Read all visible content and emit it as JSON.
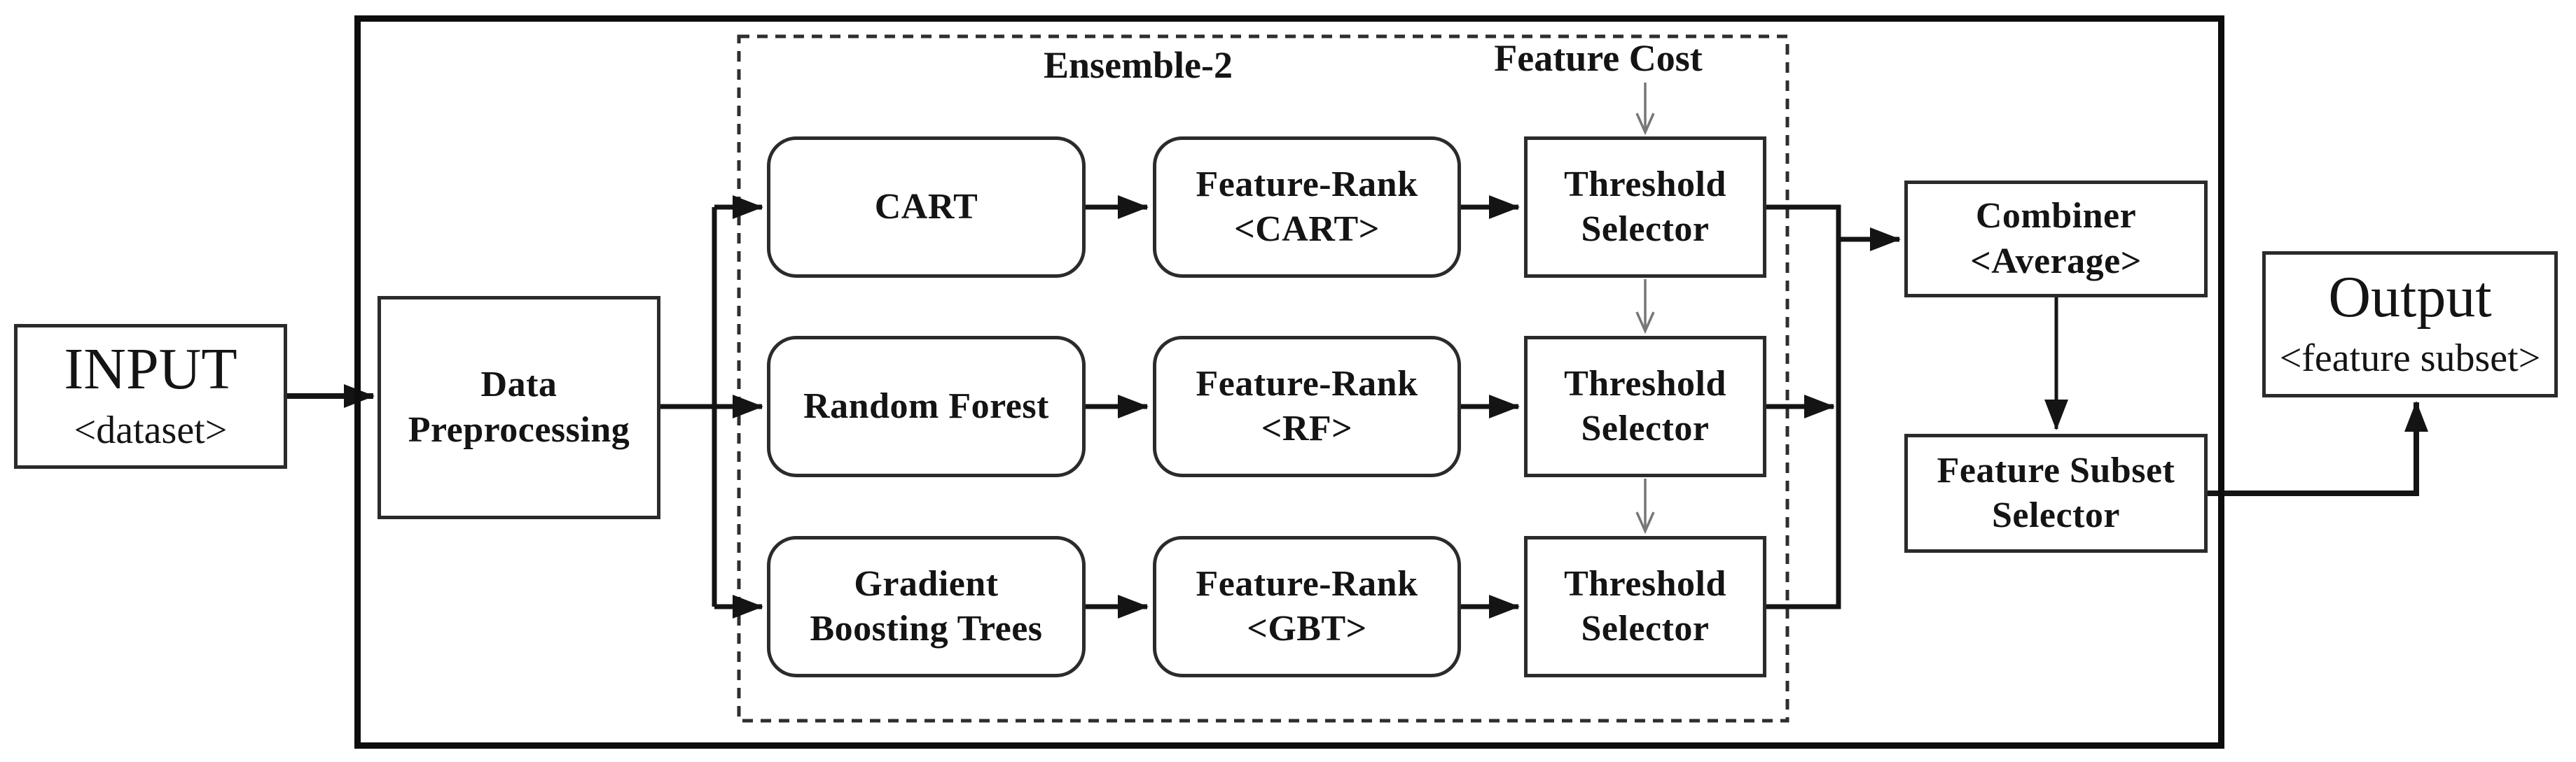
{
  "nodes": {
    "input": {
      "title": "INPUT",
      "subtitle": "<dataset>"
    },
    "preprocessing": {
      "label": "Data\nPreprocessing"
    },
    "ensemble": {
      "title": "Ensemble-2",
      "cost_label": "Feature Cost"
    },
    "combiner": {
      "label": "Combiner\n<Average>"
    },
    "subset_selector": {
      "label": "Feature Subset\nSelector"
    },
    "output": {
      "title": "Output",
      "subtitle": "<feature subset>"
    }
  },
  "pipelines": [
    {
      "model": "CART",
      "rank": "Feature-Rank\n<CART>",
      "threshold": "Threshold\nSelector"
    },
    {
      "model": "Random Forest",
      "rank": "Feature-Rank\n<RF>",
      "threshold": "Threshold\nSelector"
    },
    {
      "model": "Gradient\nBoosting Trees",
      "rank": "Feature-Rank\n<GBT>",
      "threshold": "Threshold\nSelector"
    }
  ],
  "colors": {
    "ink": "#141414",
    "box_border": "#2b2b2b",
    "gray_arrow": "#777777",
    "background": "#ffffff"
  }
}
